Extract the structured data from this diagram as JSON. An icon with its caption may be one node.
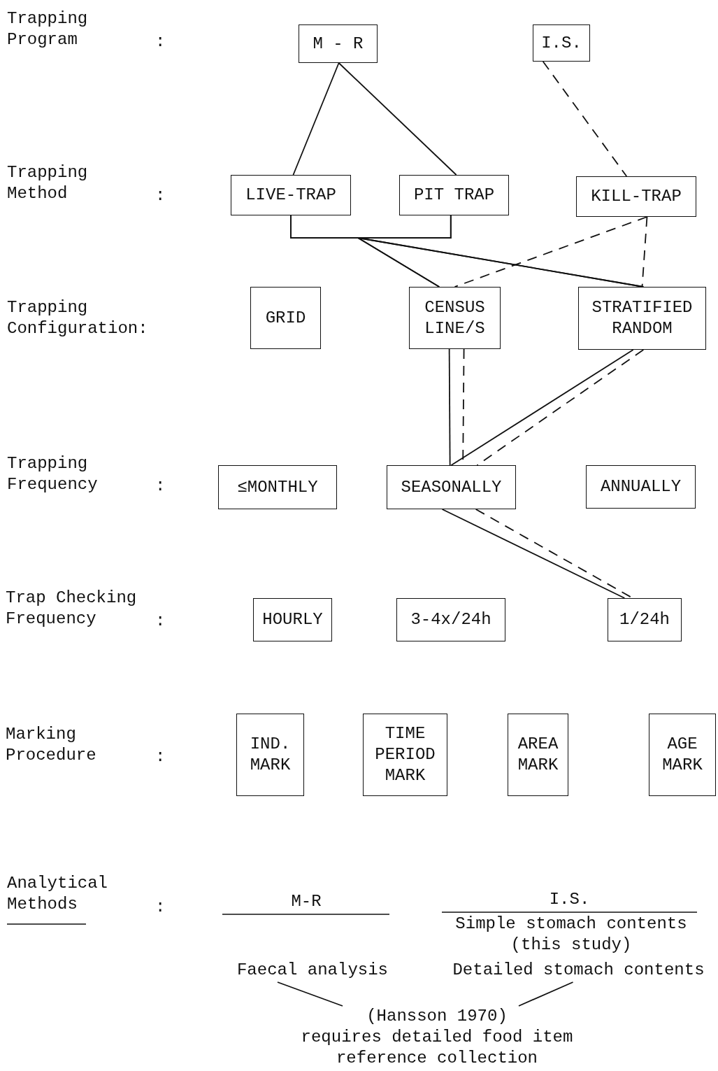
{
  "diagram": {
    "nodes": [
      {
        "text": [
          "M - R"
        ]
      },
      {
        "text": [
          "I.S."
        ]
      },
      {
        "text": [
          "LIVE-TRAP"
        ]
      },
      {
        "text": [
          "PIT TRAP"
        ]
      },
      {
        "text": [
          "KILL-TRAP"
        ]
      },
      {
        "text": [
          "GRID"
        ]
      },
      {
        "text": [
          "CENSUS LINE/S"
        ]
      },
      {
        "text": [
          "STRATIFIED RANDOM"
        ]
      },
      {
        "text": [
          "≤MONTHLY"
        ]
      },
      {
        "text": [
          "SEASONALLY"
        ]
      },
      {
        "text": [
          "ANNUALLY"
        ]
      },
      {
        "text": [
          "HOURLY"
        ]
      },
      {
        "text": [
          "3-4x/24h"
        ]
      },
      {
        "text": [
          "1/24h"
        ]
      },
      {
        "text": [
          "IND. MARK"
        ]
      },
      {
        "text": [
          "TIME PERIOD MARK"
        ]
      },
      {
        "text": [
          "AREA MARK"
        ]
      },
      {
        "text": [
          "AGE MARK"
        ]
      },
      {
        "text": [
          "Faecal analysis"
        ]
      },
      {
        "text": [
          "Detailed stomach contents"
        ]
      },
      {
        "text": [
          "(Hansson 1970)",
          "requires detailed food item reference collection"
        ]
      }
    ],
    "edges": [
      {
        "from": 0,
        "to": 2,
        "arrow": "none"
      },
      {
        "from": 0,
        "to": 3,
        "arrow": "none"
      },
      {
        "from": 1,
        "to": 4,
        "arrow": "none",
        "style": "dashed"
      },
      {
        "from": 2,
        "to": 6,
        "arrow": "none"
      },
      {
        "from": 2,
        "to": 7,
        "arrow": "none"
      },
      {
        "from": 3,
        "to": 6,
        "arrow": "none"
      },
      {
        "from": 3,
        "to": 7,
        "arrow": "none"
      },
      {
        "from": 4,
        "to": 6,
        "arrow": "none",
        "style": "dashed"
      },
      {
        "from": 4,
        "to": 7,
        "arrow": "none",
        "style": "dashed"
      },
      {
        "from": 6,
        "to": 9,
        "arrow": "none"
      },
      {
        "from": 6,
        "to": 9,
        "arrow": "none",
        "style": "dashed"
      },
      {
        "from": 7,
        "to": 9,
        "arrow": "none"
      },
      {
        "from": 7,
        "to": 9,
        "arrow": "none",
        "style": "dashed"
      },
      {
        "from": 9,
        "to": 13,
        "arrow": "none"
      },
      {
        "from": 9,
        "to": 13,
        "arrow": "none",
        "style": "dashed"
      },
      {
        "from": 18,
        "to": 20,
        "arrow": "none"
      },
      {
        "from": 19,
        "to": 20,
        "arrow": "none"
      }
    ],
    "labels": [
      "Trapping Program",
      ":",
      "Trapping Method",
      ":",
      "Trapping Configuration:",
      "Trapping Frequency",
      ":",
      "Trap Checking Frequency",
      ":",
      "Marking Procedure",
      ":",
      "Analytical Methods",
      ":",
      "M-R",
      "I.S.",
      "Simple stomach contents (this study)"
    ]
  }
}
